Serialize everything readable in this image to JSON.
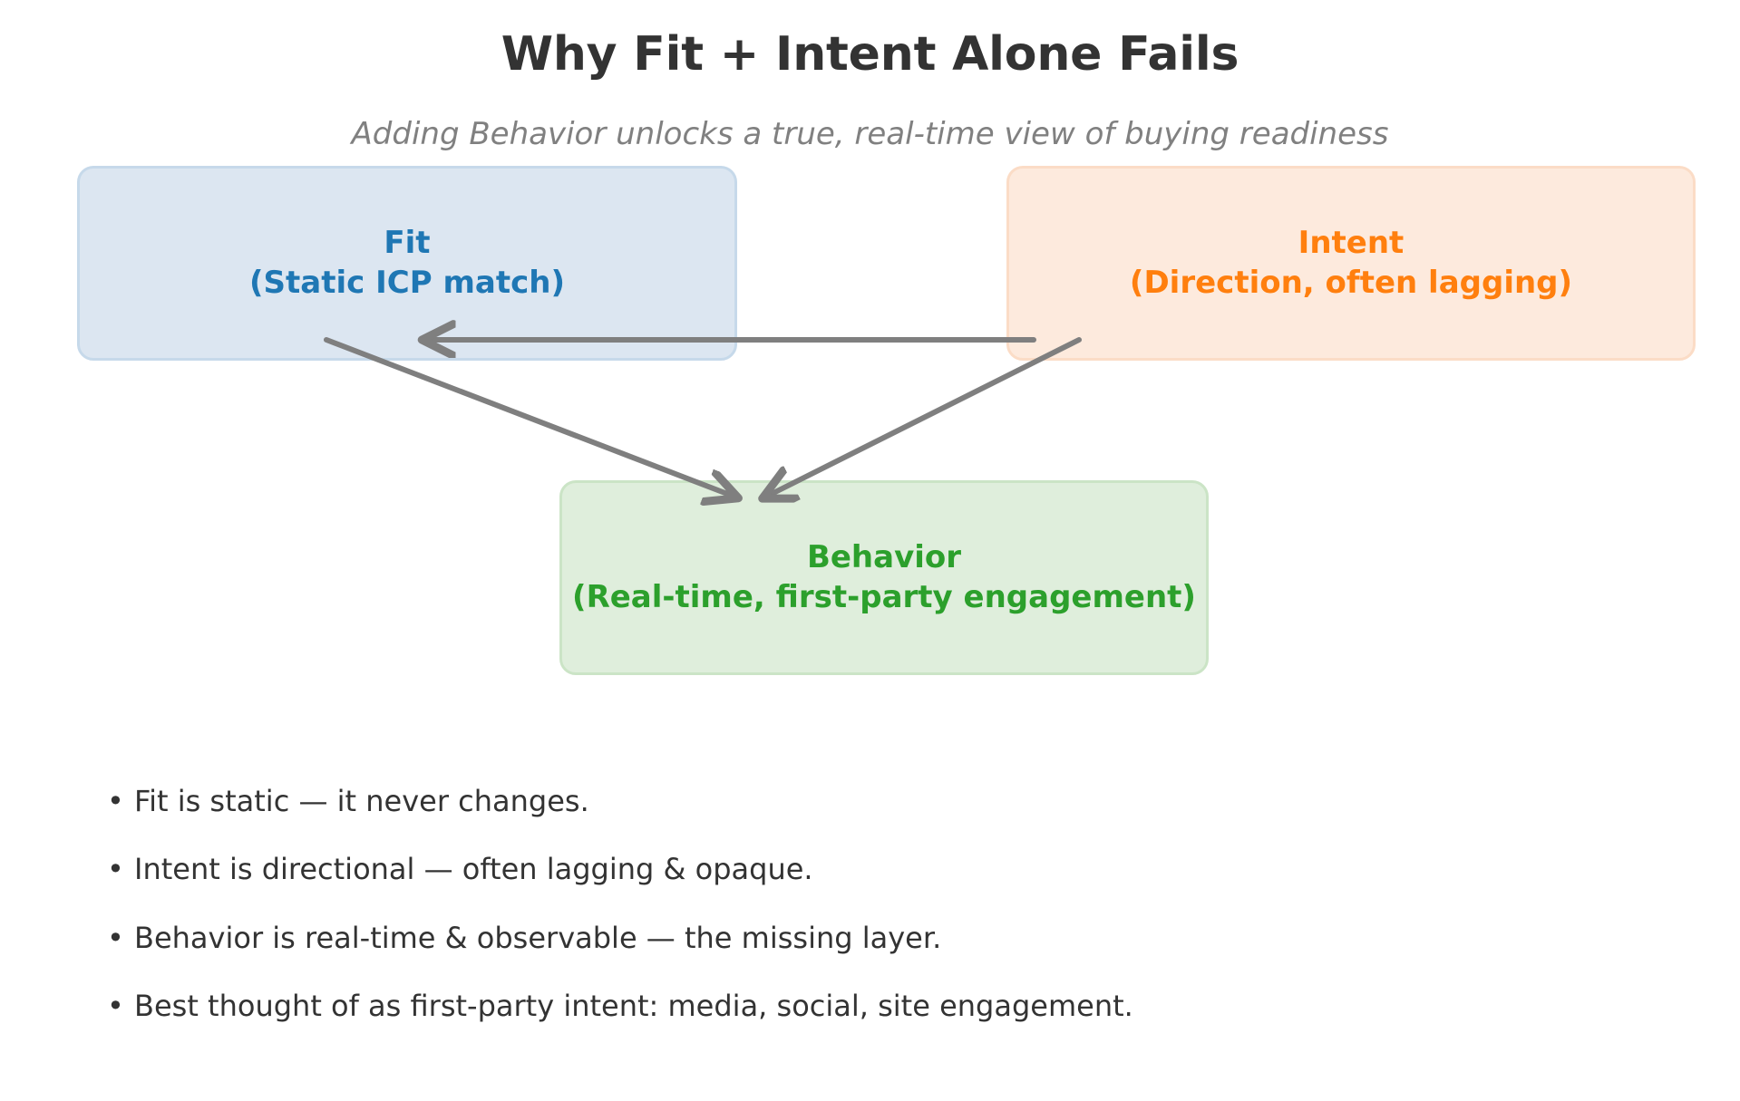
{
  "header": {
    "title": "Why Fit + Intent Alone Fails",
    "subtitle": "Adding Behavior unlocks a true, real-time view of buying readiness"
  },
  "diagram": {
    "nodes": [
      {
        "id": "fit",
        "label": "Fit\n(Static ICP match)",
        "line1": "Fit",
        "line2": "(Static ICP match)",
        "fill": "#dce6f1",
        "border": "#c6d9ea",
        "text_color": "#1f77b4"
      },
      {
        "id": "intent",
        "label": "Intent\n(Direction, often lagging)",
        "line1": "Intent",
        "line2": "(Direction, often lagging)",
        "fill": "#fdeadd",
        "border": "#fbdcc6",
        "text_color": "#ff7f0e"
      },
      {
        "id": "behavior",
        "label": "Behavior\n(Real-time, first-party engagement)",
        "line1": "Behavior",
        "line2": "(Real-time, first-party engagement)",
        "fill": "#dfeedc",
        "border": "#cbe4c6",
        "text_color": "#2ca02c"
      }
    ],
    "edges": [
      {
        "from": "intent",
        "to": "fit",
        "style": "solid",
        "color": "#7f7f7f"
      },
      {
        "from": "fit",
        "to": "behavior",
        "style": "solid",
        "color": "#7f7f7f"
      },
      {
        "from": "intent",
        "to": "behavior",
        "style": "solid",
        "color": "#7f7f7f"
      }
    ],
    "arrow_color": "#7f7f7f"
  },
  "bullets": {
    "marker": "•",
    "items": [
      "Fit is static — it never changes.",
      "Intent is directional — often lagging & opaque.",
      "Behavior is real-time & observable — the missing layer.",
      "Best thought of as first-party intent: media, social, site engagement."
    ]
  },
  "colors": {
    "background": "#ffffff",
    "title": "#333333",
    "subtitle": "#808080",
    "body_text": "#333333",
    "blue": "#1f77b4",
    "orange": "#ff7f0e",
    "green": "#2ca02c",
    "arrow_gray": "#7f7f7f"
  }
}
